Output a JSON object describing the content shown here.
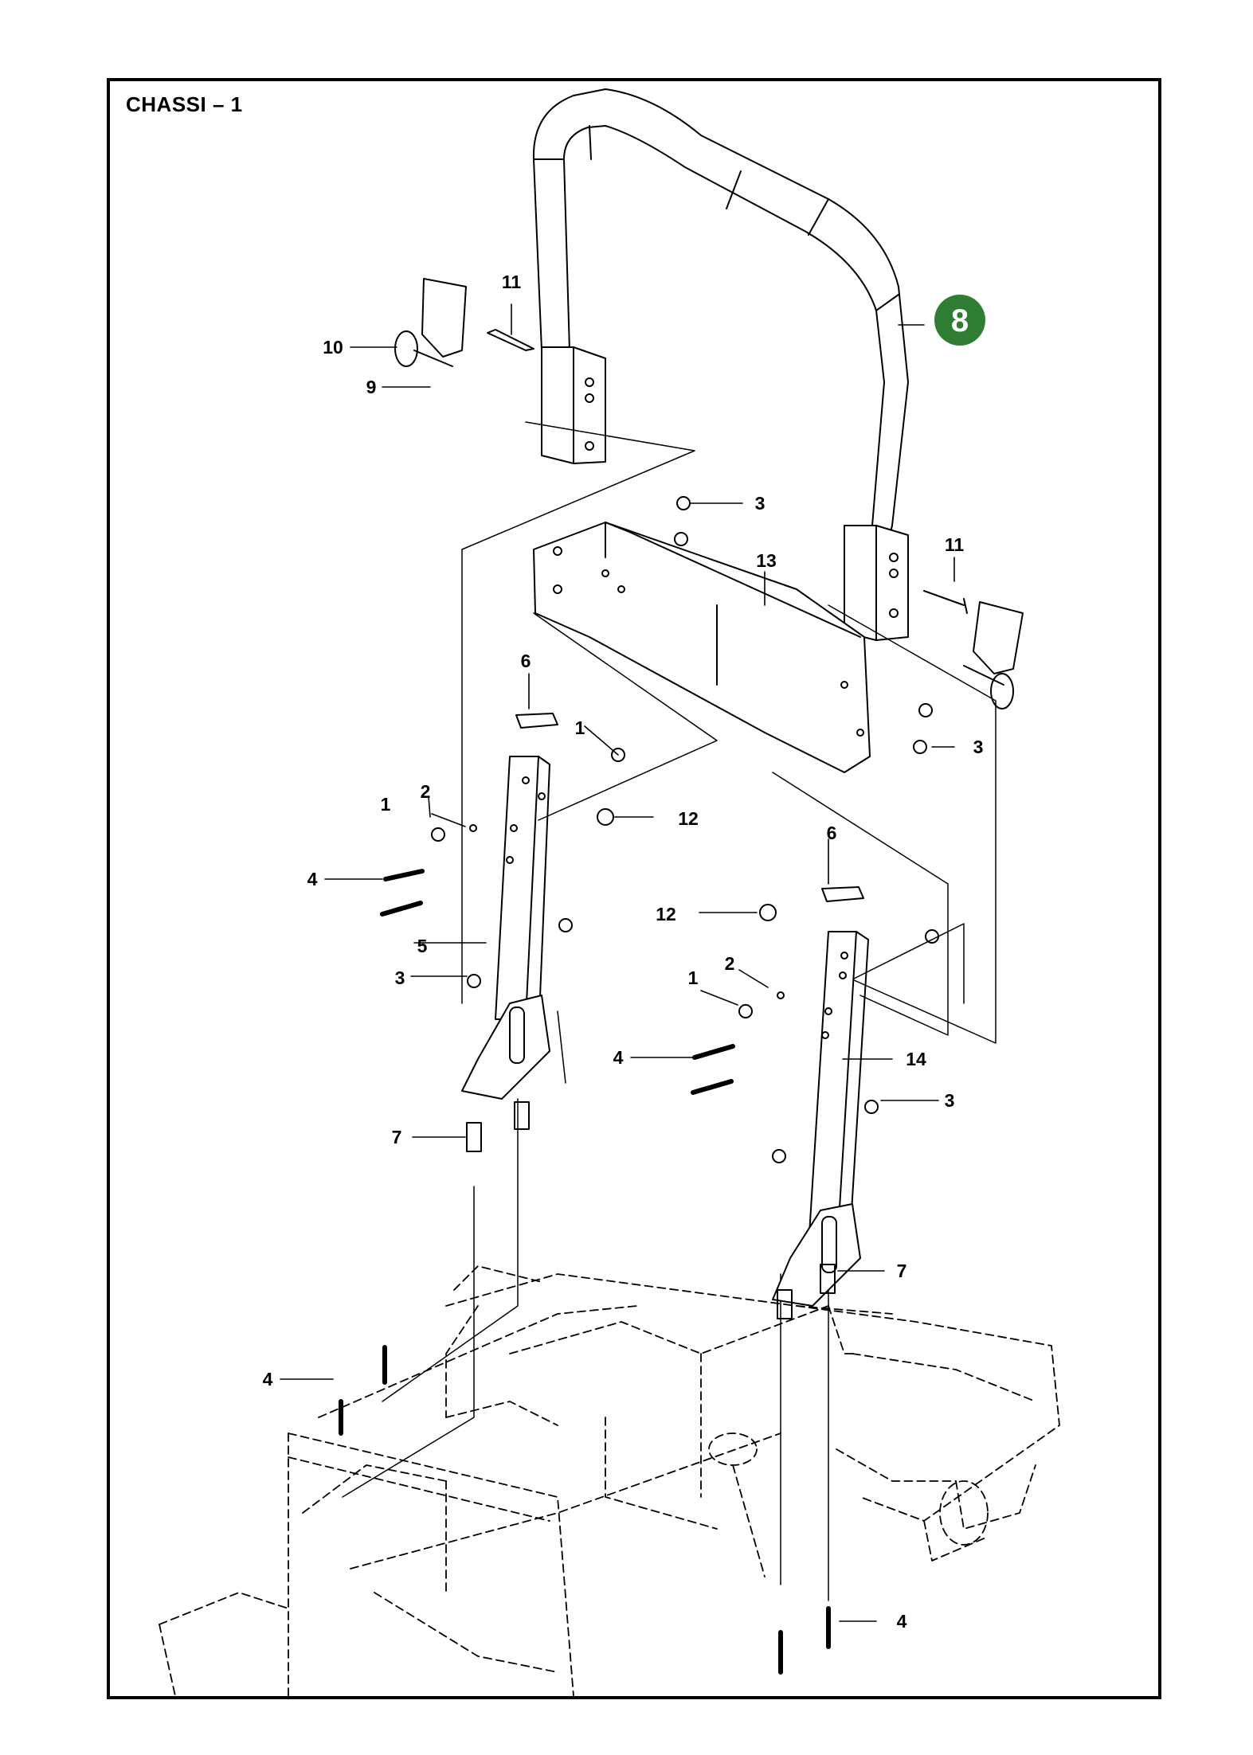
{
  "page": {
    "title": "CHASSI – 1"
  },
  "highlight": {
    "label": "8",
    "color": "#2e7d32"
  },
  "callouts": [
    {
      "id": "c11a",
      "label": "11"
    },
    {
      "id": "c10",
      "label": "10"
    },
    {
      "id": "c9",
      "label": "9"
    },
    {
      "id": "c3a",
      "label": "3"
    },
    {
      "id": "c13",
      "label": "13"
    },
    {
      "id": "c11b",
      "label": "11"
    },
    {
      "id": "c6a",
      "label": "6"
    },
    {
      "id": "c1a",
      "label": "1"
    },
    {
      "id": "c2a",
      "label": "2"
    },
    {
      "id": "c1b",
      "label": "1"
    },
    {
      "id": "c12a",
      "label": "12"
    },
    {
      "id": "c3b",
      "label": "3"
    },
    {
      "id": "c4a",
      "label": "4"
    },
    {
      "id": "c5",
      "label": "5"
    },
    {
      "id": "c3c",
      "label": "3"
    },
    {
      "id": "c6b",
      "label": "6"
    },
    {
      "id": "c12b",
      "label": "12"
    },
    {
      "id": "c2b",
      "label": "2"
    },
    {
      "id": "c1c",
      "label": "1"
    },
    {
      "id": "c4b",
      "label": "4"
    },
    {
      "id": "c14",
      "label": "14"
    },
    {
      "id": "c3d",
      "label": "3"
    },
    {
      "id": "c7a",
      "label": "7"
    },
    {
      "id": "c7b",
      "label": "7"
    },
    {
      "id": "c4c",
      "label": "4"
    },
    {
      "id": "c4d",
      "label": "4"
    }
  ],
  "colors": {
    "line": "#000000",
    "paper": "#ffffff",
    "part_fill": "#f2f2f2"
  }
}
